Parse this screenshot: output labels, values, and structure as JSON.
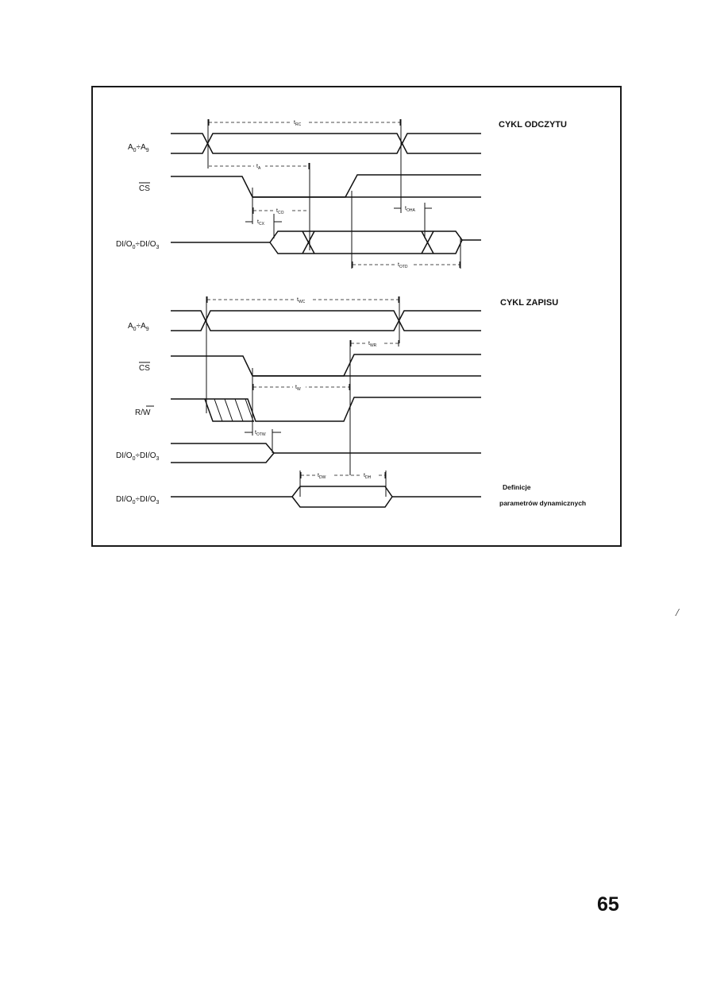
{
  "read_cycle": {
    "title": "CYKL ODCZYTU",
    "signals": {
      "address": {
        "main": "A",
        "s1": "0",
        "sep": "÷A",
        "s2": "9"
      },
      "cs": "CS",
      "data": {
        "a": "DI/O",
        "s1": "0",
        "b": "÷DI/O",
        "s2": "3"
      }
    },
    "timings": {
      "t_rc": {
        "t": "t",
        "sub": "RC"
      },
      "t_a": {
        "t": "t",
        "sub": "A"
      },
      "t_co": {
        "t": "t",
        "sub": "CO"
      },
      "t_cx": {
        "t": "t",
        "sub": "CX"
      },
      "t_oha": {
        "t": "t",
        "sub": "OHA"
      },
      "t_otd": {
        "t": "t",
        "sub": "OTD"
      }
    }
  },
  "write_cycle": {
    "title": "CYKL ZAPISU",
    "signals": {
      "address": {
        "main": "A",
        "s1": "0",
        "sep": "÷A",
        "s2": "9"
      },
      "cs": "CS",
      "rw": {
        "r": "R/",
        "w": "W"
      },
      "data_out": {
        "a": "DI/O",
        "s1": "0",
        "b": "÷DI/O",
        "s2": "3"
      },
      "data_in": {
        "a": "DI/O",
        "s1": "0",
        "b": "÷DI/O",
        "s2": "3"
      }
    },
    "timings": {
      "t_wc": {
        "t": "t",
        "sub": "WC"
      },
      "t_wr": {
        "t": "t",
        "sub": "WR"
      },
      "t_w": {
        "t": "t",
        "sub": "W"
      },
      "t_otw": {
        "t": "t",
        "sub": "OTW"
      },
      "t_dw": {
        "t": "t",
        "sub": "DW"
      },
      "t_dh": {
        "t": "t",
        "sub": "DH"
      }
    }
  },
  "caption": {
    "line1": "Definicje",
    "line2": "parametrów dynamicznych"
  },
  "page_number": "65",
  "margin_mark": "/",
  "colors": {
    "ink": "#111111",
    "paper": "#ffffff"
  }
}
